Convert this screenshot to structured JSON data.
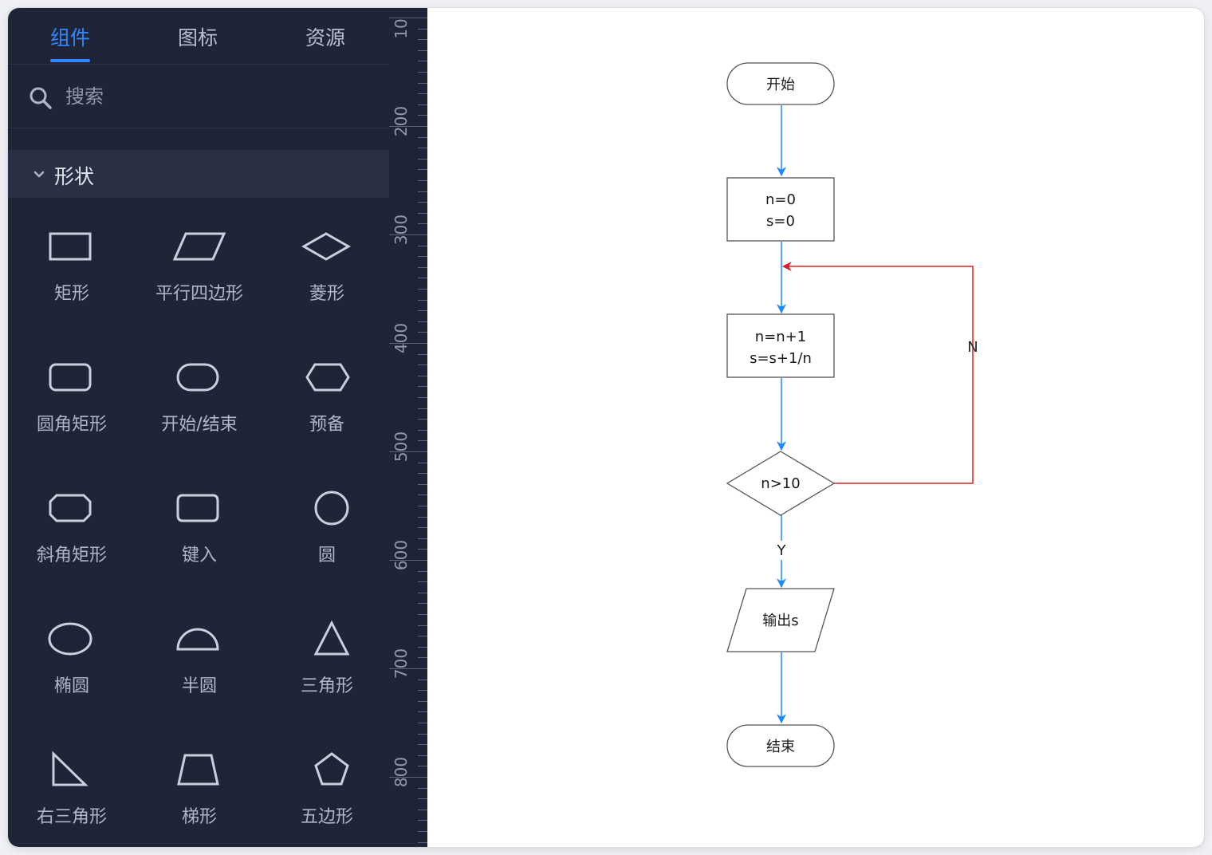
{
  "tabs": [
    {
      "label": "组件",
      "active": true
    },
    {
      "label": "图标",
      "active": false
    },
    {
      "label": "资源",
      "active": false
    }
  ],
  "search": {
    "placeholder": "搜索"
  },
  "section": {
    "title": "形状"
  },
  "shapes": [
    {
      "label": "矩形",
      "icon": "rectangle-icon"
    },
    {
      "label": "平行四边形",
      "icon": "parallelogram-icon"
    },
    {
      "label": "菱形",
      "icon": "diamond-icon"
    },
    {
      "label": "圆角矩形",
      "icon": "rounded-rectangle-icon"
    },
    {
      "label": "开始/结束",
      "icon": "terminator-icon"
    },
    {
      "label": "预备",
      "icon": "hexagon-icon"
    },
    {
      "label": "斜角矩形",
      "icon": "beveled-rectangle-icon"
    },
    {
      "label": "键入",
      "icon": "manual-input-icon"
    },
    {
      "label": "圆",
      "icon": "circle-icon"
    },
    {
      "label": "椭圆",
      "icon": "ellipse-icon"
    },
    {
      "label": "半圆",
      "icon": "semicircle-icon"
    },
    {
      "label": "三角形",
      "icon": "triangle-icon"
    },
    {
      "label": "右三角形",
      "icon": "right-triangle-icon"
    },
    {
      "label": "梯形",
      "icon": "trapezoid-icon"
    },
    {
      "label": "五边形",
      "icon": "pentagon-icon"
    }
  ],
  "ruler": {
    "labels": [
      "10",
      "200",
      "300",
      "400",
      "500",
      "600",
      "700",
      "800"
    ]
  },
  "flowchart": {
    "start": "开始",
    "init": [
      "n=0",
      "s=0"
    ],
    "process": [
      "n=n+1",
      "s=s+1/n"
    ],
    "decision": "n>10",
    "yes_label": "Y",
    "no_label": "N",
    "output": "输出s",
    "end": "结束"
  },
  "colors": {
    "sidebar_bg": "#1f2537",
    "accent": "#2f86ff",
    "flow_arrow": "#1e88ff",
    "loop_arrow": "#e02020"
  }
}
